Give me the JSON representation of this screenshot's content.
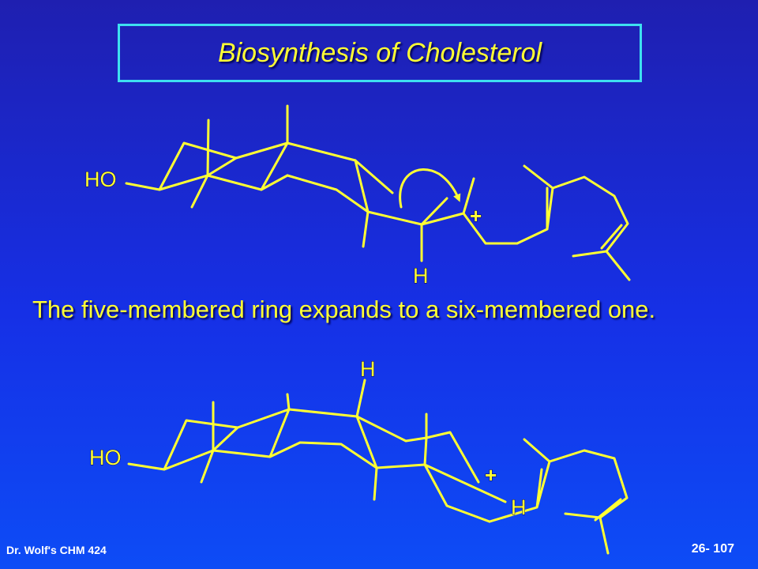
{
  "title": "Biosynthesis of Cholesterol",
  "caption": "The five-membered ring expands to a six-membered one.",
  "footer": {
    "course": "Dr. Wolf's CHM 424",
    "slide_number": "26- 107"
  },
  "structure_top": {
    "hydroxyl_label": "HO",
    "hydrogen_label": "H",
    "charge_label": "+"
  },
  "structure_bottom": {
    "hydroxyl_label": "HO",
    "hydrogen_top_label": "H",
    "hydrogen_right_label": "H",
    "charge_label": "+"
  },
  "colors": {
    "text": "#ffff33",
    "title_border": "#3ee0f0",
    "background": "#1630e6",
    "footer": "#ffffff"
  }
}
